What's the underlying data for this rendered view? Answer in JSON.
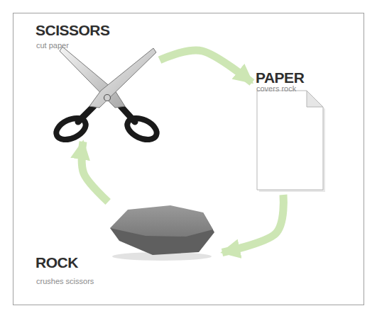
{
  "diagram": {
    "nodes": [
      {
        "text": [
          "SCISSORS",
          "cut paper"
        ]
      },
      {
        "text": [
          "PAPER",
          "covers rock"
        ]
      },
      {
        "text": [
          "ROCK",
          "crushes scissors"
        ]
      }
    ],
    "edges": [
      {
        "from": 0,
        "to": 1,
        "arrow": "to"
      },
      {
        "from": 1,
        "to": 2,
        "arrow": "to"
      },
      {
        "from": 2,
        "to": 0,
        "arrow": "to"
      }
    ]
  }
}
